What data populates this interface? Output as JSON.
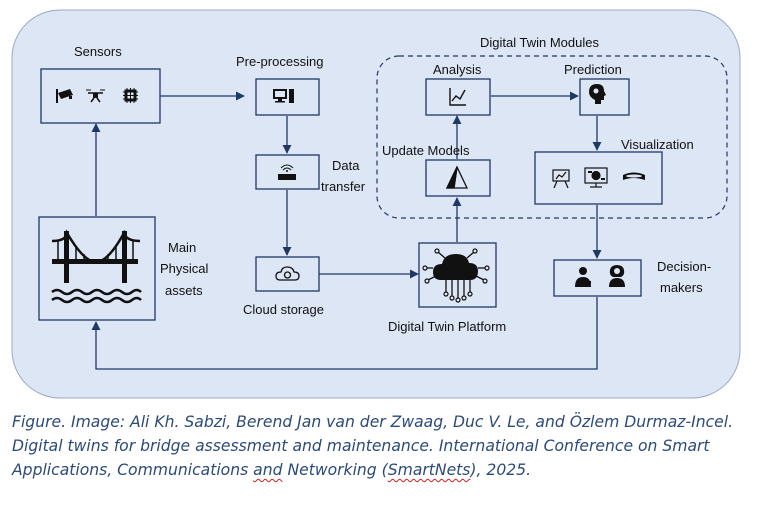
{
  "colors": {
    "background_panel": "#dde6f5",
    "box_fill": "#dde6f5",
    "stroke": "#1f3864",
    "caption_text": "#2c4a7a",
    "underline": "#d02020"
  },
  "labels": {
    "sensors": "Sensors",
    "preprocessing": "Pre-processing",
    "data_transfer_line1": "Data",
    "data_transfer_line2": "transfer",
    "cloud_storage": "Cloud storage",
    "main_assets_line1": "Main",
    "main_assets_line2": "Physical",
    "main_assets_line3": "assets",
    "dt_modules": "Digital Twin Modules",
    "analysis": "Analysis",
    "prediction": "Prediction",
    "update_models": "Update Models",
    "visualization": "Visualization",
    "dt_platform": "Digital Twin Platform",
    "decision_line1": "Decision-",
    "decision_line2": "makers"
  },
  "icons": {
    "sensors": [
      "cctv-camera-icon",
      "drone-icon",
      "microchip-icon"
    ],
    "preprocessing": "computer-icon",
    "data_transfer": "router-icon",
    "cloud_storage": "cloud-sync-icon",
    "analysis": "line-chart-icon",
    "prediction": "brain-head-icon",
    "update_models": "pyramid-model-icon",
    "visualization": [
      "presentation-icon",
      "dashboard-icon",
      "vr-headset-icon"
    ],
    "dt_platform": "cloud-network-icon",
    "decision_makers": [
      "businessman-icon",
      "businesswoman-icon"
    ],
    "main_assets": "bridge-icon"
  },
  "caption": {
    "part1": "Figure. Image: Ali Kh. Sabzi, Berend Jan van der Zwaag, Duc V. Le, and Özlem Durmaz-Incel. Digital twins for bridge assessment and maintenance. International Conference on Smart Applications, Communications ",
    "underlined1": "and",
    "part2": " Networking (",
    "underlined2": "SmartNets",
    "part3": "), 2025."
  }
}
